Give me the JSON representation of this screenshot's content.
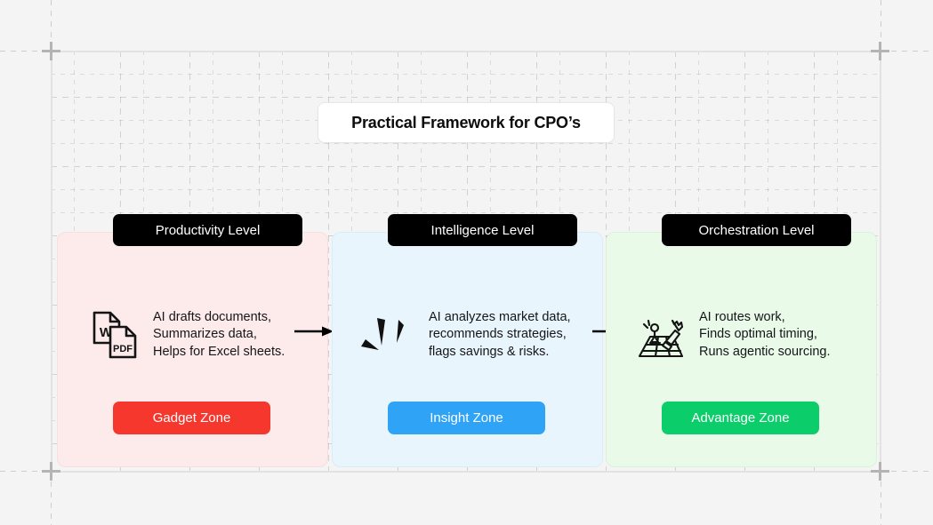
{
  "canvas": {
    "background_color": "#f4f4f4",
    "frame_color": "#e2e2e2"
  },
  "title": {
    "text": "Practical Framework for CPO’s"
  },
  "columns": [
    {
      "pill_label": "Productivity Level",
      "icon_name": "word-pdf-documents-icon",
      "body_text": "AI drafts documents,\nSummarizes data,\nHelps for Excel sheets.",
      "button_label": "Gadget Zone",
      "button_color": "#f5372d",
      "card_color": "#fdeaea"
    },
    {
      "pill_label": "Intelligence Level",
      "icon_name": "sparkle-burst-icon",
      "body_text": "AI analyzes market data,\nrecommends strategies,\nflags savings & risks.",
      "button_label": "Insight Zone",
      "button_color": "#2fa3f5",
      "card_color": "#e9f5fd"
    },
    {
      "pill_label": "Orchestration Level",
      "icon_name": "chessboard-strategy-icon",
      "body_text": "AI routes work,\nFinds optimal timing,\nRuns agentic sourcing.",
      "button_label": "Advantage Zone",
      "button_color": "#0bce6b",
      "card_color": "#e9fae9"
    }
  ],
  "connectors": [
    {
      "name": "arrow-productivity-to-intelligence"
    },
    {
      "name": "arrow-intelligence-to-orchestration"
    }
  ]
}
